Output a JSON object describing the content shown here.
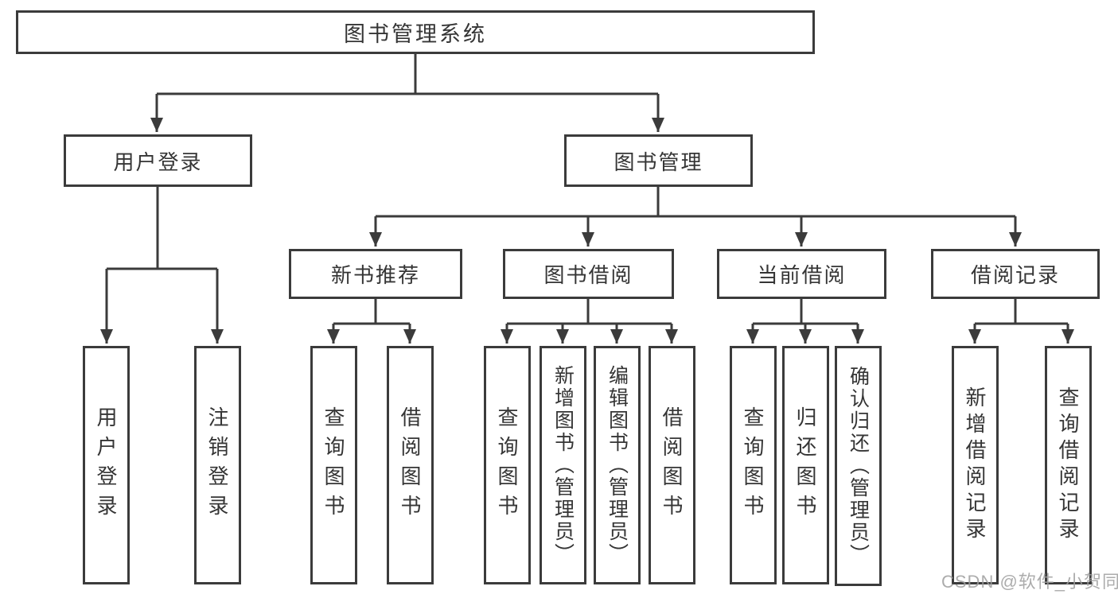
{
  "tree": {
    "label": "图书管理系统",
    "children": [
      {
        "label": "用户登录",
        "children": [
          {
            "label": "用户登录"
          },
          {
            "label": "注销登录"
          }
        ]
      },
      {
        "label": "图书管理",
        "children": [
          {
            "label": "新书推荐",
            "children": [
              {
                "label": "查询图书"
              },
              {
                "label": "借阅图书"
              }
            ]
          },
          {
            "label": "图书借阅",
            "children": [
              {
                "label": "查询图书"
              },
              {
                "label": "新增图书（管理员）"
              },
              {
                "label": "编辑图书（管理员）"
              },
              {
                "label": "借阅图书"
              }
            ]
          },
          {
            "label": "当前借阅",
            "children": [
              {
                "label": "查询图书"
              },
              {
                "label": "归还图书"
              },
              {
                "label": "确认归还（管理员）"
              }
            ]
          },
          {
            "label": "借阅记录",
            "children": [
              {
                "label": "新增借阅记录"
              },
              {
                "label": "查询借阅记录"
              }
            ]
          }
        ]
      }
    ]
  },
  "watermark": "CSDN @软件_小贺同学",
  "colors": {
    "line": "#3b3b3b",
    "text": "#353535",
    "box_background": "#ffffff",
    "page_background": "#ffffff",
    "watermark": "#9e9e9e"
  }
}
